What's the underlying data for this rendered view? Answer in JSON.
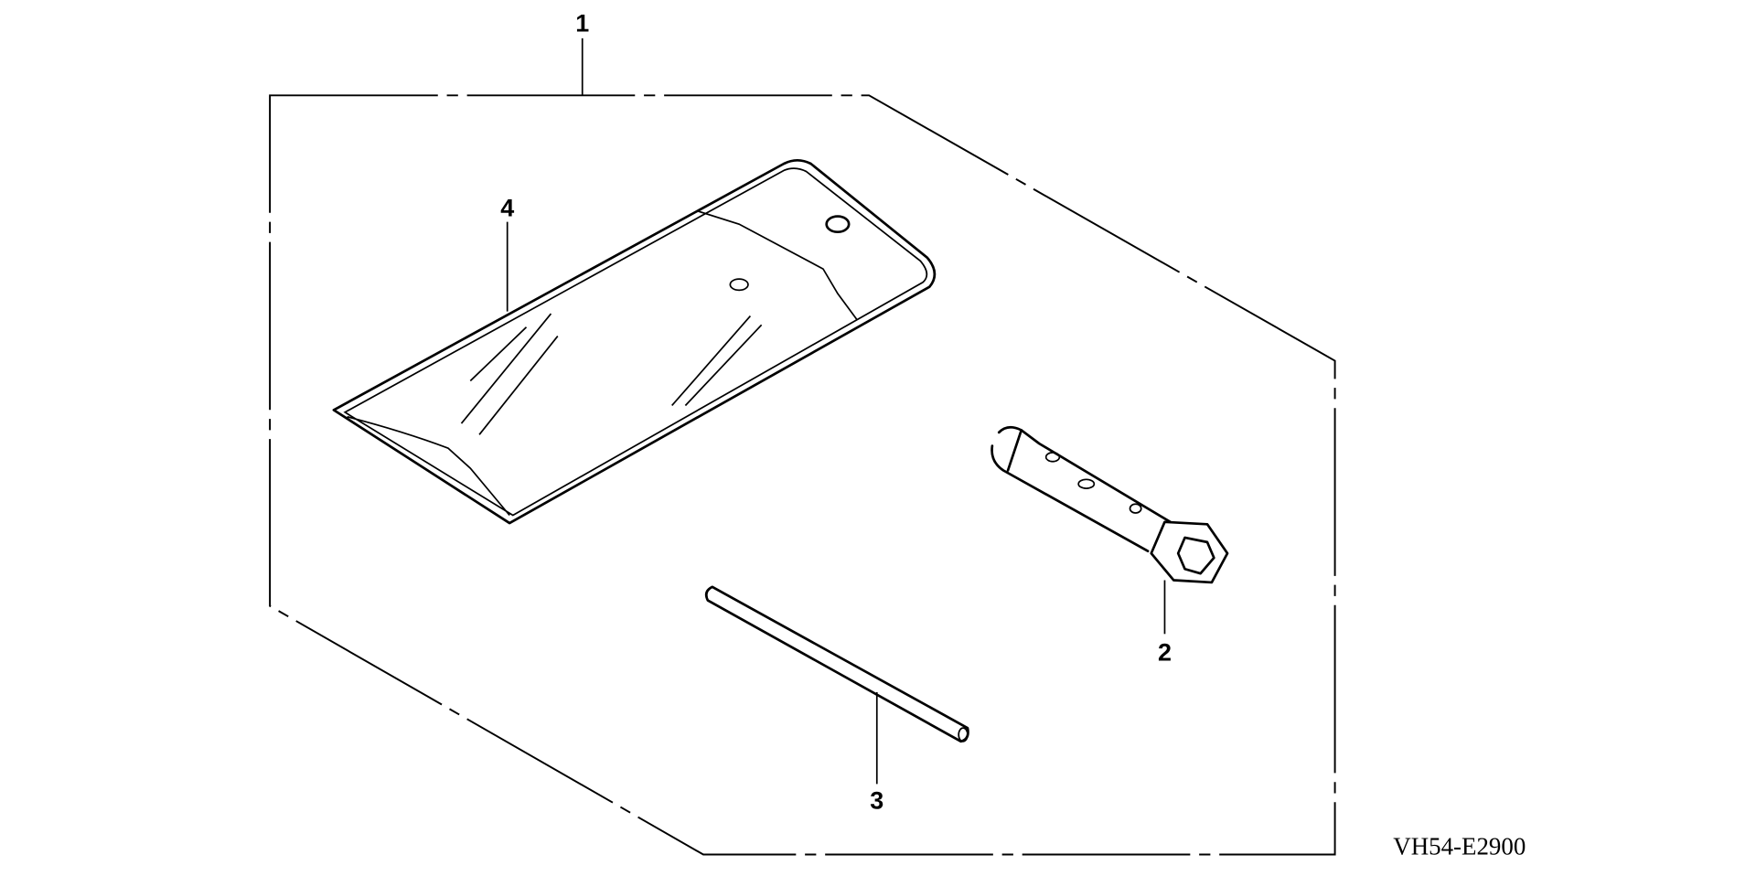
{
  "callouts": {
    "kit": "1",
    "plug_wrench": "2",
    "handle_bar": "3",
    "tool_bag": "4"
  },
  "diagram_code": "VH54-E2900"
}
